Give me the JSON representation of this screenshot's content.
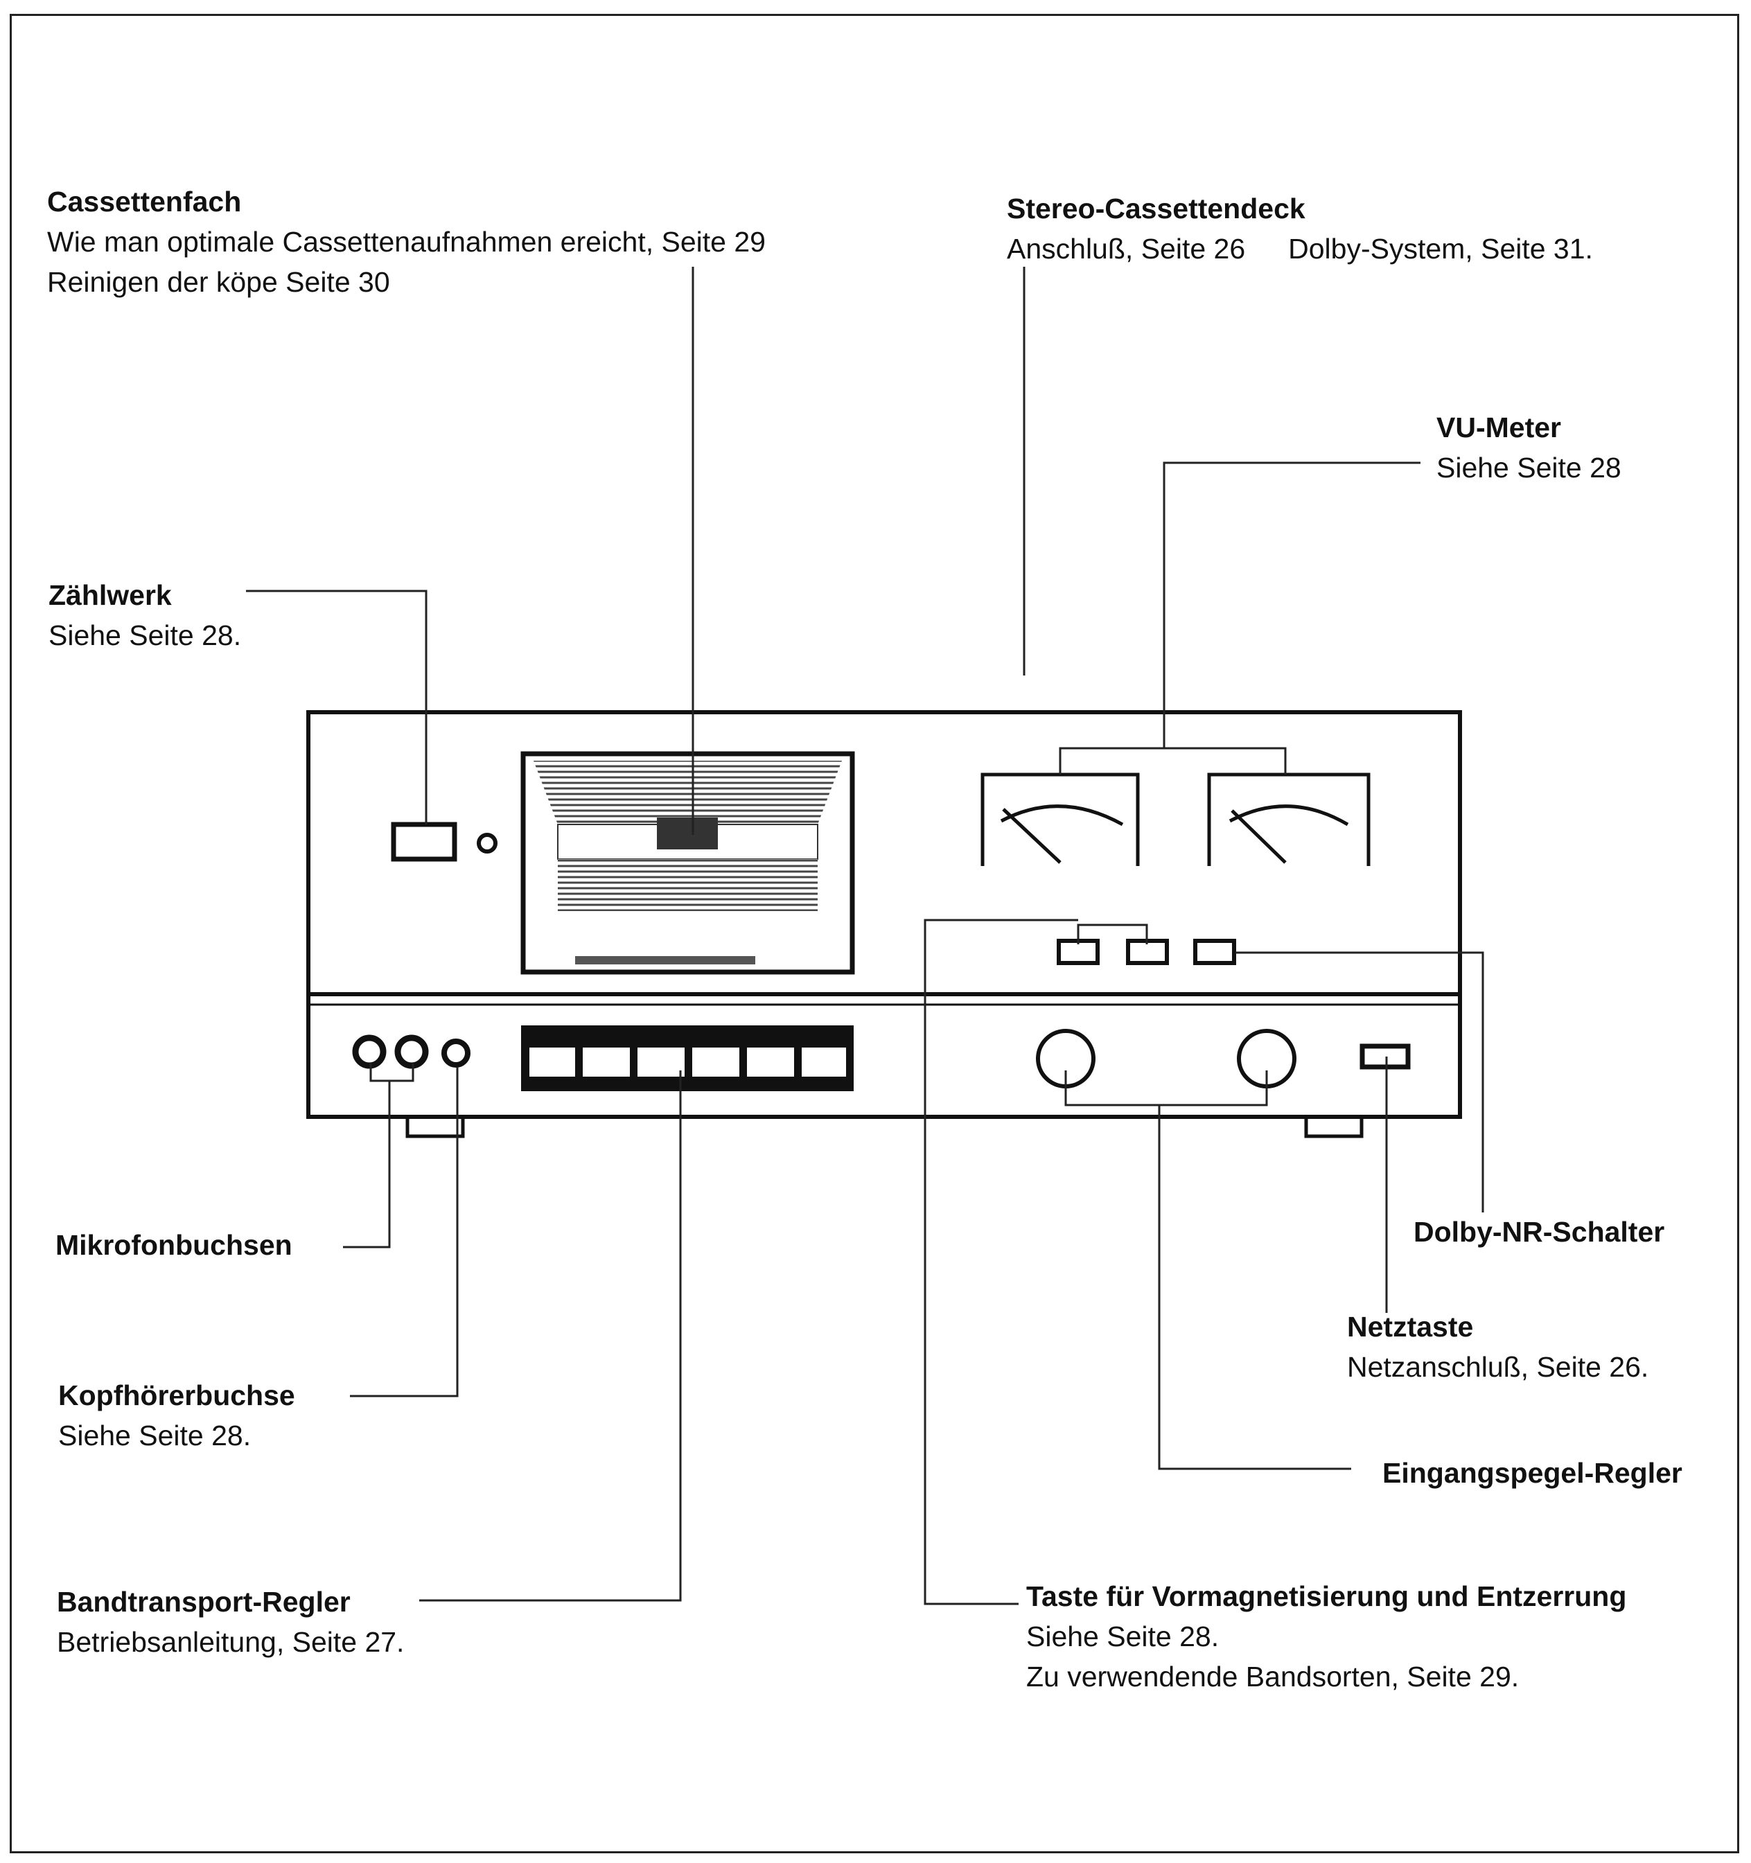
{
  "labels": {
    "cassettenfach": {
      "title": "Cassettenfach",
      "line1": "Wie man optimale Cassettenaufnahmen ereicht, Seite 29",
      "line2": "Reinigen der köpe Seite 30"
    },
    "stereo_cassettendeck": {
      "title": "Stereo-Cassettendeck",
      "line1": "Anschluß, Seite 26",
      "line1b": "Dolby-System, Seite 31."
    },
    "vu_meter": {
      "title": "VU-Meter",
      "line1": "Siehe Seite 28"
    },
    "zaehlwerk": {
      "title": "Zählwerk",
      "line1": "Siehe Seite 28."
    },
    "mikrofonbuchsen": {
      "title": "Mikrofonbuchsen"
    },
    "kopfhoererbuchse": {
      "title": "Kopfhörerbuchse",
      "line1": "Siehe Seite 28."
    },
    "bandtransport": {
      "title": "Bandtransport-Regler",
      "line1": "Betriebsanleitung, Seite 27."
    },
    "dolby_nr": {
      "title": "Dolby-NR-Schalter"
    },
    "netztaste": {
      "title": "Netztaste",
      "line1": "Netzanschluß, Seite 26."
    },
    "eingangspegel": {
      "title": "Eingangspegel-Regler"
    },
    "taste_vormag": {
      "title": "Taste für Vormagnetisierung und Entzerrung",
      "line1": "Siehe Seite 28.",
      "line2": "Zu verwendende Bandsorten, Seite 29."
    }
  }
}
